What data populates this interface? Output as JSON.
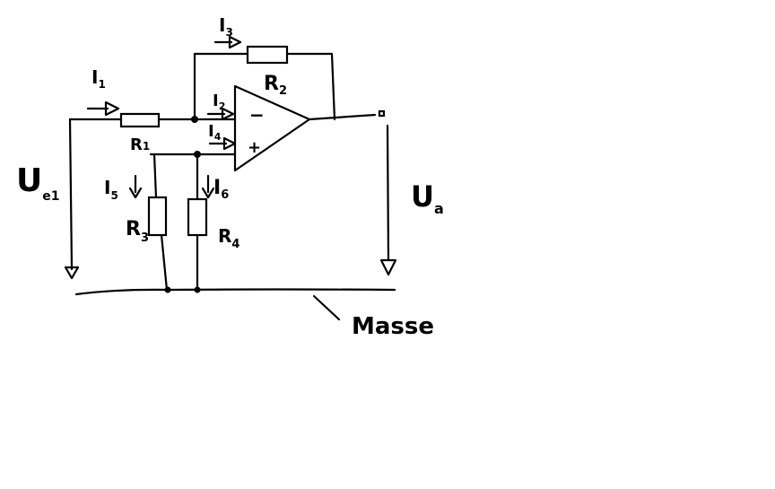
{
  "labels": {
    "i1": "I",
    "i1_sub": "1",
    "i2": "I",
    "i2_sub": "2",
    "i3": "I",
    "i3_sub": "3",
    "i4": "I",
    "i4_sub": "4",
    "i5": "I",
    "i5_sub": "5",
    "i6": "I",
    "i6_sub": "6",
    "r1": "R",
    "r1_sub": "1",
    "r2": "R",
    "r2_sub": "2",
    "r3": "R",
    "r3_sub": "3",
    "r4": "R",
    "r4_sub": "4",
    "ue": "U",
    "ue_sub": "e1",
    "ua": "U",
    "ua_sub": "a",
    "minus": "−",
    "plus": "+",
    "masse": "Masse"
  },
  "colors": {
    "ink": "#000000",
    "background": "#ffffff"
  }
}
